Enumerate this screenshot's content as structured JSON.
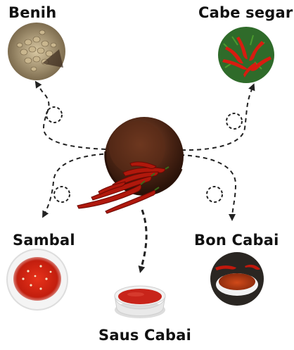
{
  "diagram": {
    "center": {
      "icon": "bowl-of-dried-chilies-icon"
    },
    "nodes": [
      {
        "key": "benih",
        "label": "Benih",
        "icon": "chili-seeds-icon"
      },
      {
        "key": "cabe_segar",
        "label": "Cabe segar",
        "icon": "fresh-chilies-icon"
      },
      {
        "key": "sambal",
        "label": "Sambal",
        "icon": "sambal-bowl-icon"
      },
      {
        "key": "saus_cabai",
        "label": "Saus Cabai",
        "icon": "chili-sauce-bowl-icon"
      },
      {
        "key": "bon_cabai",
        "label": "Bon Cabai",
        "icon": "chili-powder-bowl-icon"
      }
    ]
  }
}
